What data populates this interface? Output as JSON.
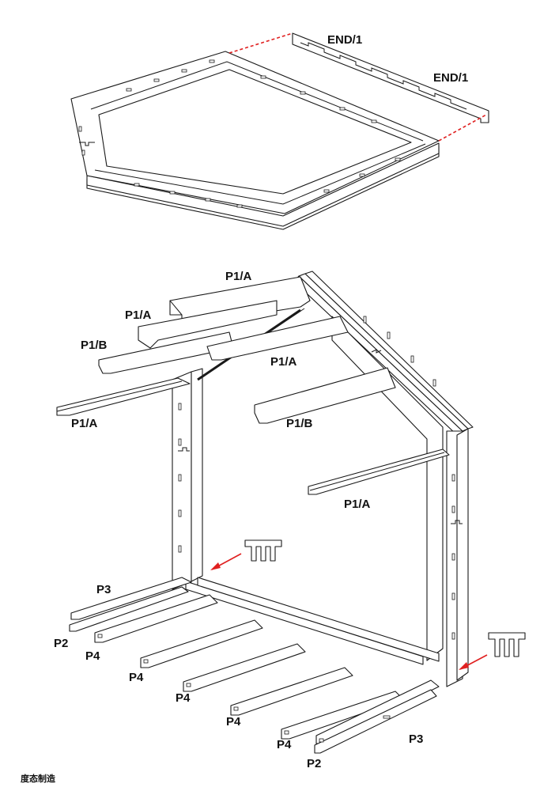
{
  "labels": {
    "end_top": "END/1",
    "end_right": "END/1",
    "p1a_top": "P1/A",
    "p1a_left_upper": "P1/A",
    "p1b_left": "P1/B",
    "p1a_center": "P1/A",
    "p1a_left_lower": "P1/A",
    "p1b_center": "P1/B",
    "p1a_right": "P1/A",
    "p3_left": "P3",
    "p2_left": "P2",
    "p4_1": "P4",
    "p4_2": "P4",
    "p4_3": "P4",
    "p4_4": "P4",
    "p4_5": "P4",
    "p3_right": "P3",
    "p2_right": "P2"
  },
  "footer": {
    "brand": "度态制造"
  },
  "colors": {
    "line": "#1a1a1a",
    "accent": "#e02020",
    "background": "#ffffff"
  },
  "icons": {
    "connector": "t-connector-icon",
    "pointer": "red-arrow-icon"
  }
}
